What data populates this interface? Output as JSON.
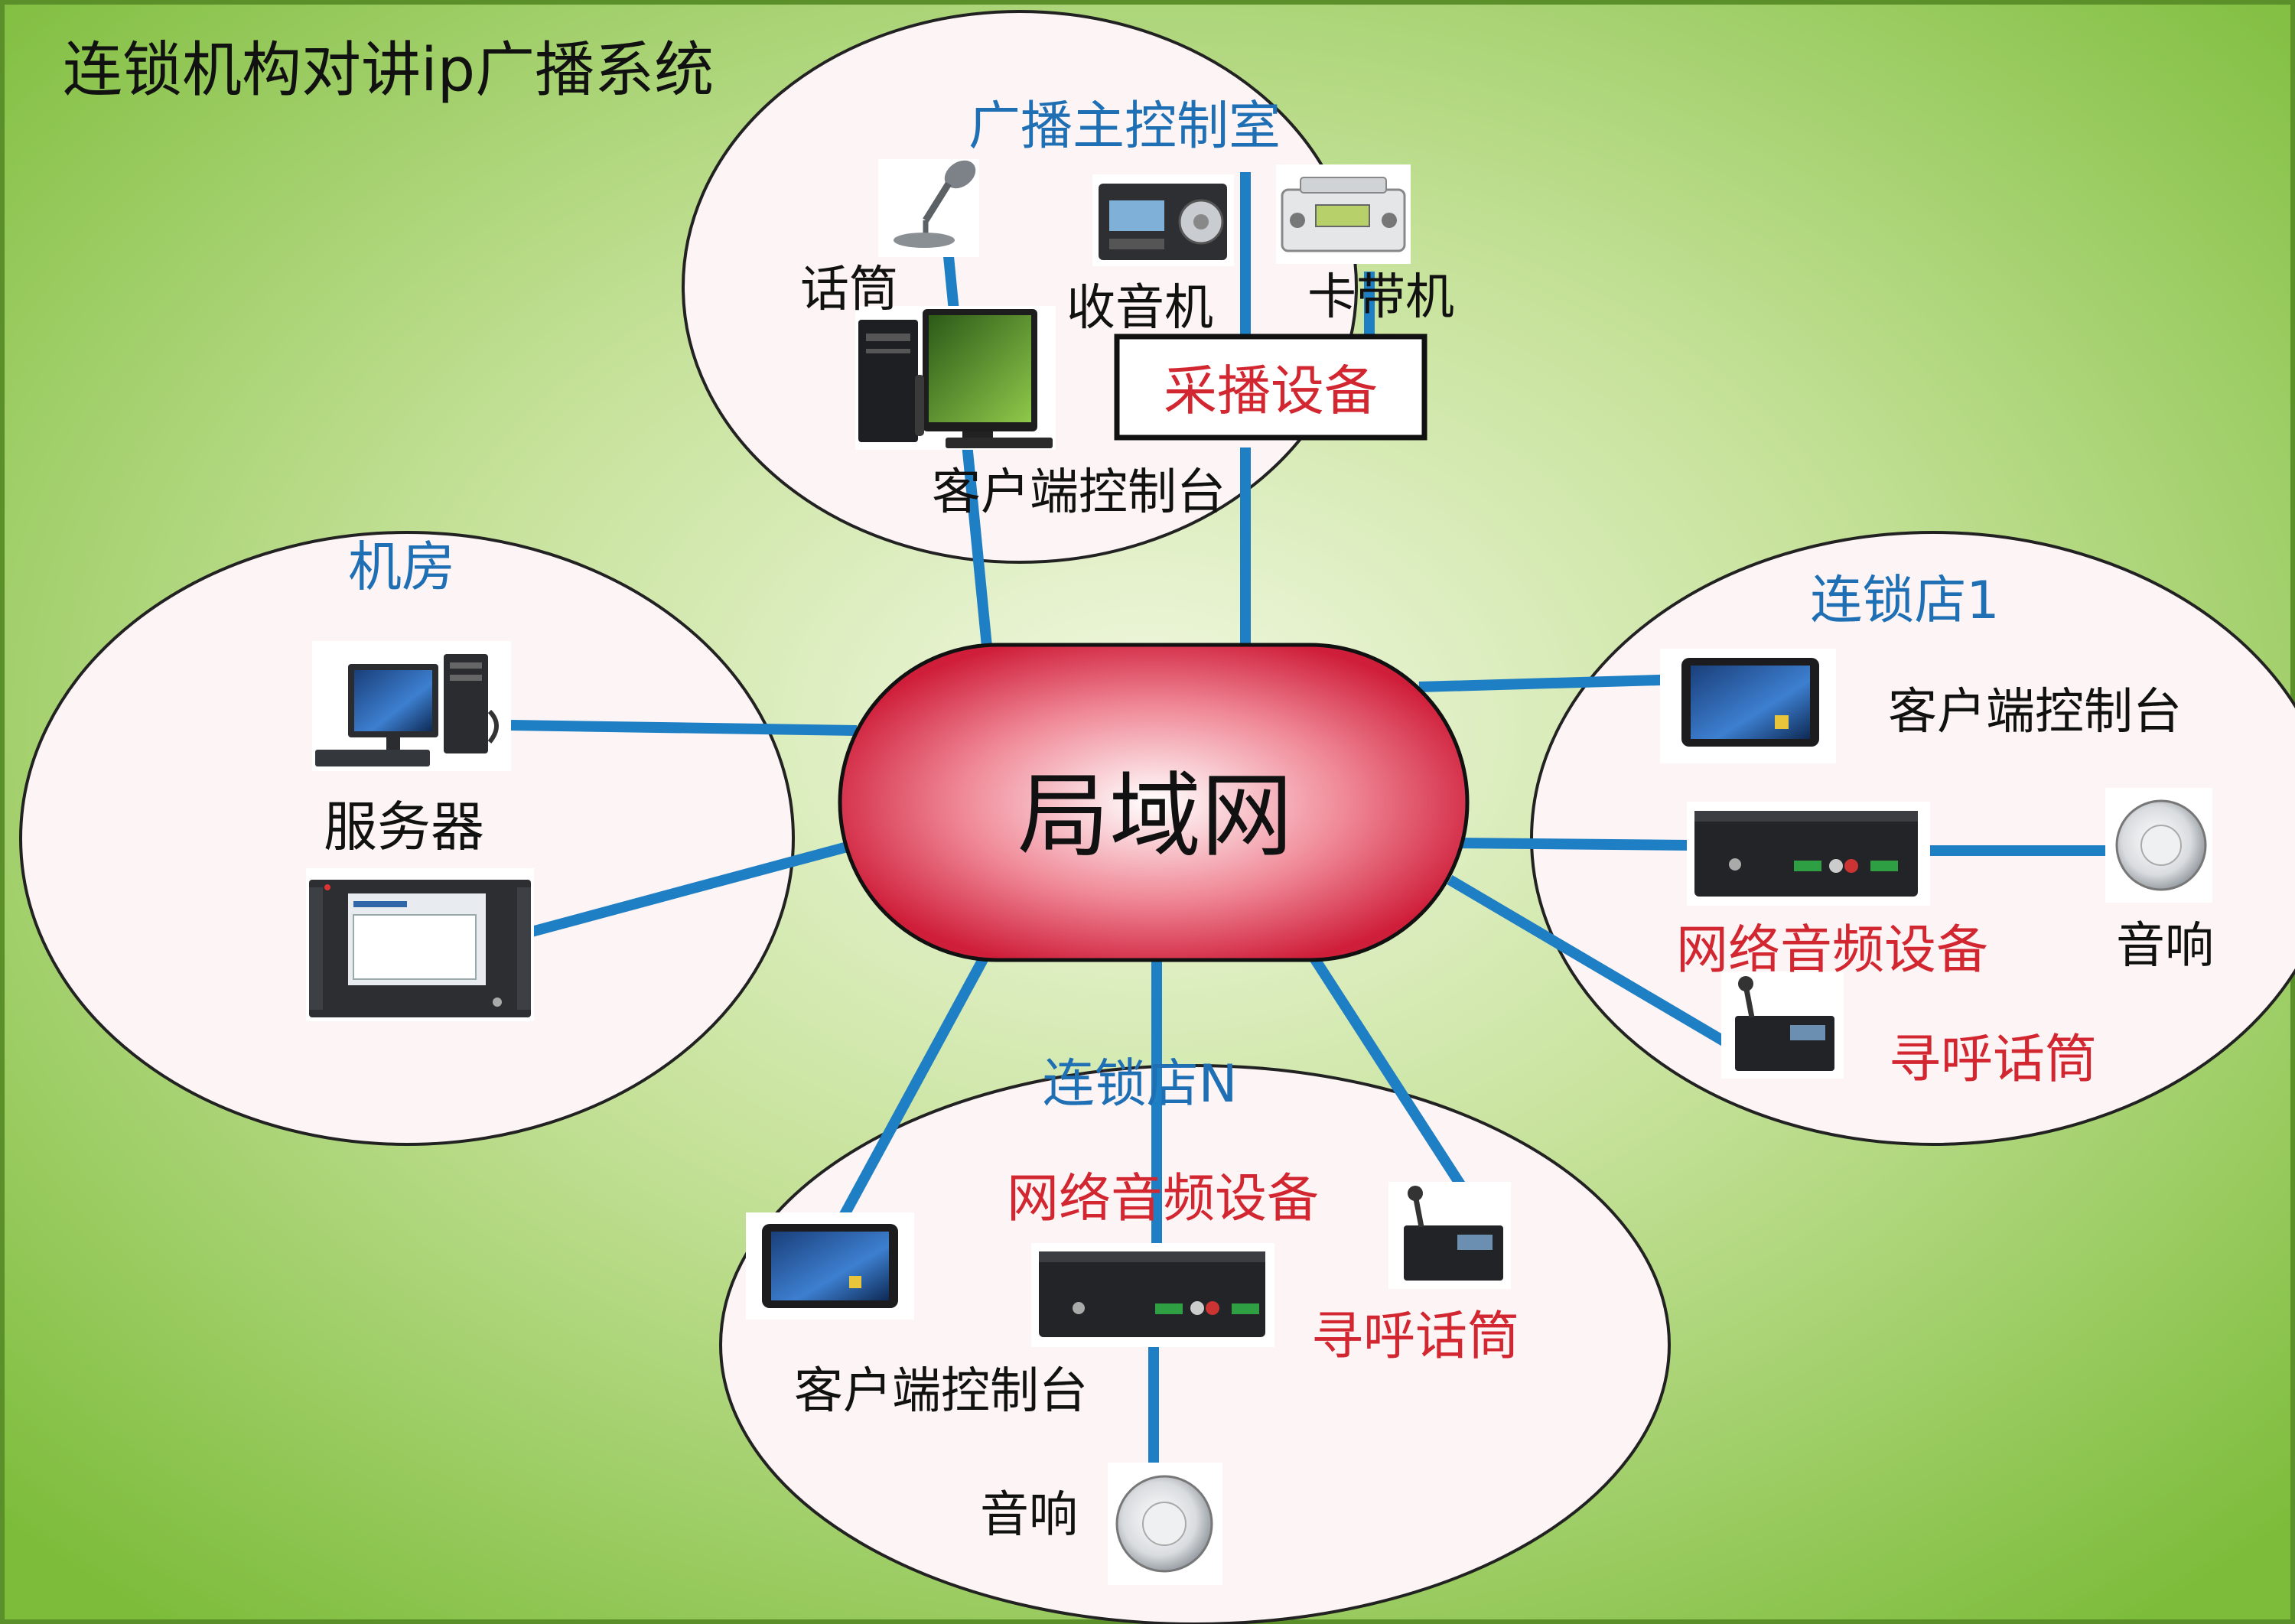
{
  "title": "连锁机构对讲ip广播系统",
  "center": {
    "label": "局域网"
  },
  "zones": {
    "control_room": {
      "title": "广播主控制室",
      "mic": "话筒",
      "radio": "收音机",
      "cassette": "卡带机",
      "capture": "采播设备",
      "console": "客户端控制台"
    },
    "server_room": {
      "title": "机房",
      "server": "服务器"
    },
    "store_1": {
      "title": "连锁店1",
      "console": "客户端控制台",
      "audio_device": "网络音频设备",
      "speaker": "音响",
      "paging_mic": "寻呼话筒"
    },
    "store_n": {
      "title": "连锁店N",
      "audio_device": "网络音频设备",
      "paging_mic": "寻呼话筒",
      "console": "客户端控制台",
      "speaker": "音响"
    }
  },
  "colors": {
    "background_center": "#eef6dc",
    "background_edge": "#7fbe3a",
    "link": "#1f7fc4",
    "zone_title": "#1f6fb5",
    "red_label": "#d22630",
    "hub_fill": "#e23a52"
  }
}
